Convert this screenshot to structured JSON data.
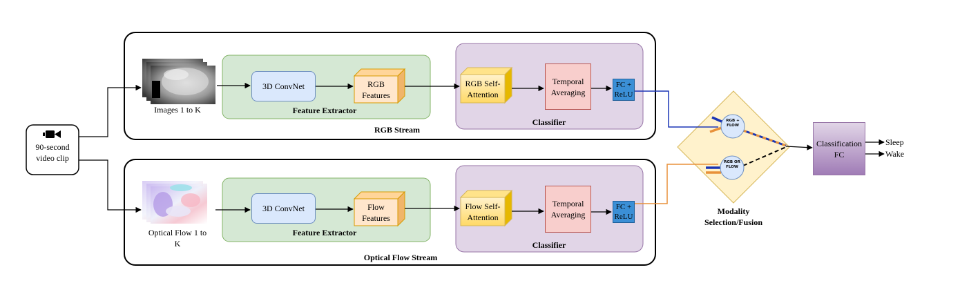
{
  "input": {
    "label": "90-second video clip",
    "icon": "video-camera-icon"
  },
  "rgb_stream": {
    "title": "RGB Stream",
    "input_caption": "Images 1 to K",
    "extractor": {
      "title": "Feature Extractor",
      "convnet": "3D ConvNet",
      "features": "RGB Features"
    },
    "classifier": {
      "title": "Classifier",
      "attention": "RGB Self-Attention",
      "temporal": "Temporal Averaging",
      "fc": "FC + ReLU"
    }
  },
  "flow_stream": {
    "title": "Optical Flow Stream",
    "input_caption": "Optical Flow 1 to K",
    "extractor": {
      "title": "Feature Extractor",
      "convnet": "3D ConvNet",
      "features": "Flow Features"
    },
    "classifier": {
      "title": "Classifier",
      "attention": "Flow Self-Attention",
      "temporal": "Temporal Averaging",
      "fc": "FC + ReLU"
    }
  },
  "fusion": {
    "title": "Modality Selection/Fusion",
    "top_circle": "RGB + FLOW",
    "bottom_circle": "RGB OR FLOW"
  },
  "output": {
    "classifier": "Classification FC",
    "classes": [
      "Sleep",
      "Wake"
    ]
  },
  "colors": {
    "rgb_line": "#1a35b5",
    "flow_line": "#e8913a",
    "extractor_fill": "#d5e8d4",
    "classifier_fill": "#e1d5e7",
    "fusion_fill": "#fff2cc",
    "features_fill": "#ffe6cc",
    "attention_fill": "#ffd966"
  }
}
